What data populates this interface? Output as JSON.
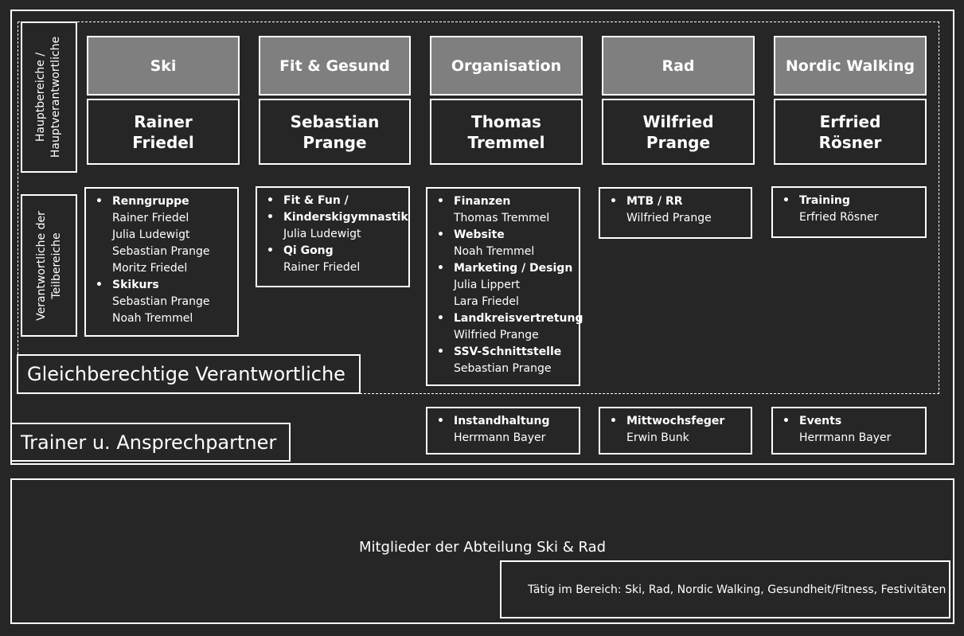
{
  "side_labels": {
    "main": [
      "Hauptbereiche /",
      "Hauptverantwortliche"
    ],
    "sub": [
      "Verantwortliche der",
      "Teilbereiche"
    ]
  },
  "areas": [
    {
      "name": "Ski",
      "lead": [
        "Rainer",
        "Friedel"
      ]
    },
    {
      "name": "Fit & Gesund",
      "lead": [
        "Sebastian",
        "Prange"
      ]
    },
    {
      "name": "Organisation",
      "lead": [
        "Thomas",
        "Tremmel"
      ]
    },
    {
      "name": "Rad",
      "lead": [
        "Wilfried",
        "Prange"
      ]
    },
    {
      "name": "Nordic Walking",
      "lead": [
        "Erfried",
        "Rösner"
      ]
    }
  ],
  "subareas": [
    {
      "items": [
        {
          "title": "Renngruppe",
          "names": [
            "Rainer Friedel",
            "Julia Ludewigt",
            "Sebastian Prange",
            "Moritz Friedel"
          ]
        },
        {
          "title": "Skikurs",
          "names": [
            "Sebastian Prange",
            "Noah Tremmel"
          ]
        }
      ]
    },
    {
      "items": [
        {
          "title": "Fit & Fun /",
          "names": []
        },
        {
          "title": "Kinderskigymnastik",
          "names": [
            "Julia Ludewigt"
          ]
        },
        {
          "title": "Qi Gong",
          "names": [
            "Rainer Friedel"
          ]
        }
      ]
    },
    {
      "items": [
        {
          "title": "Finanzen",
          "names": [
            "Thomas Tremmel"
          ]
        },
        {
          "title": "Website",
          "names": [
            "Noah Tremmel"
          ]
        },
        {
          "title": "Marketing / Design",
          "names": [
            "Julia Lippert",
            "Lara Friedel"
          ]
        },
        {
          "title": "Landkreisvertretung",
          "names": [
            "Wilfried Prange"
          ]
        },
        {
          "title": "SSV-Schnittstelle",
          "names": [
            "Sebastian Prange"
          ]
        }
      ]
    },
    {
      "items": [
        {
          "title": "MTB / RR",
          "names": [
            "Wilfried Prange"
          ]
        }
      ]
    },
    {
      "items": [
        {
          "title": "Training",
          "names": [
            "Erfried Rösner"
          ]
        }
      ]
    }
  ],
  "trainers": [
    {
      "items": [
        {
          "title": "Instandhaltung",
          "names": [
            "Herrmann Bayer"
          ]
        }
      ]
    },
    {
      "items": [
        {
          "title": "Mittwochsfeger",
          "names": [
            "Erwin Bunk"
          ]
        }
      ]
    },
    {
      "items": [
        {
          "title": "Events",
          "names": [
            "Herrmann Bayer"
          ]
        }
      ]
    }
  ],
  "equal_label": "Gleichberechtige Verantwortliche",
  "trainer_label": "Trainer u. Ansprechpartner",
  "members": {
    "title": "Mitglieder der Abteilung Ski & Rad",
    "activity": "Tätig im Bereich: Ski, Rad, Nordic Walking, Gesundheit/Fitness, Festivitäten"
  }
}
